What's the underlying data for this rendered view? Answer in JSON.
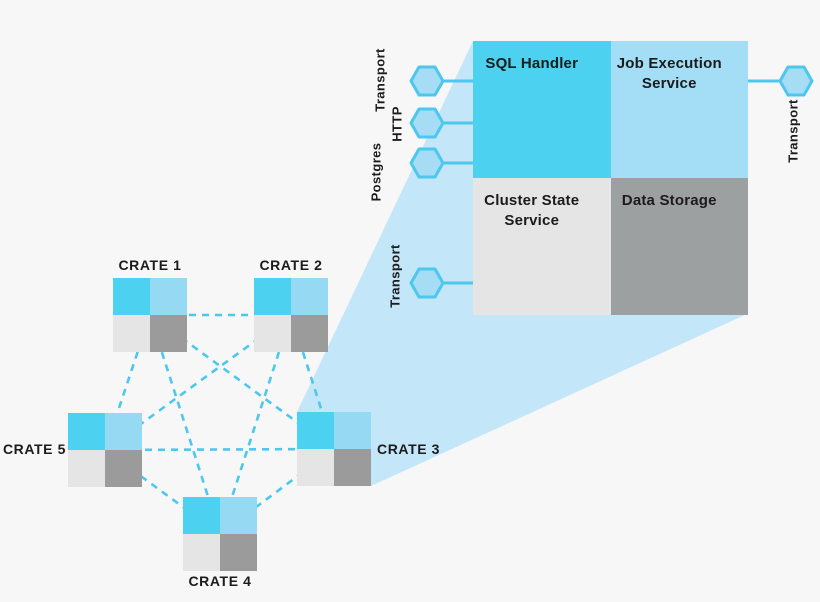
{
  "colors": {
    "background": "#F7F7F7",
    "cyan": "#4DD1F0",
    "panel_blue": "#A3DEF6",
    "node_blue": "#95D9F3",
    "light_gray": "#E5E5E5",
    "dark_gray": "#9DA0A1",
    "node_dark_gray": "#9B9B9B",
    "cone_blue": "#C3E6F8",
    "line_cyan": "#4CC7ED",
    "hex_fill": "#A6DCF4",
    "text": "#1B1B1B"
  },
  "detail_panel": {
    "quadrants": [
      {
        "id": "sql-handler",
        "label": "SQL Handler"
      },
      {
        "id": "job-execution-service",
        "label": "Job Execution Service"
      },
      {
        "id": "cluster-state-service",
        "label": "Cluster State Service"
      },
      {
        "id": "data-storage",
        "label": "Data Storage"
      }
    ],
    "ports": [
      {
        "id": "transport-top",
        "label": "Transport",
        "side": "left"
      },
      {
        "id": "http",
        "label": "HTTP",
        "side": "left"
      },
      {
        "id": "postgres",
        "label": "Postgres",
        "side": "left"
      },
      {
        "id": "transport-bottom",
        "label": "Transport",
        "side": "left"
      },
      {
        "id": "transport-right",
        "label": "Transport",
        "side": "right"
      }
    ]
  },
  "cluster": {
    "nodes": [
      {
        "id": "crate-1",
        "label": "CRATE 1"
      },
      {
        "id": "crate-2",
        "label": "CRATE 2"
      },
      {
        "id": "crate-3",
        "label": "CRATE 3"
      },
      {
        "id": "crate-4",
        "label": "CRATE 4"
      },
      {
        "id": "crate-5",
        "label": "CRATE 5"
      }
    ]
  }
}
